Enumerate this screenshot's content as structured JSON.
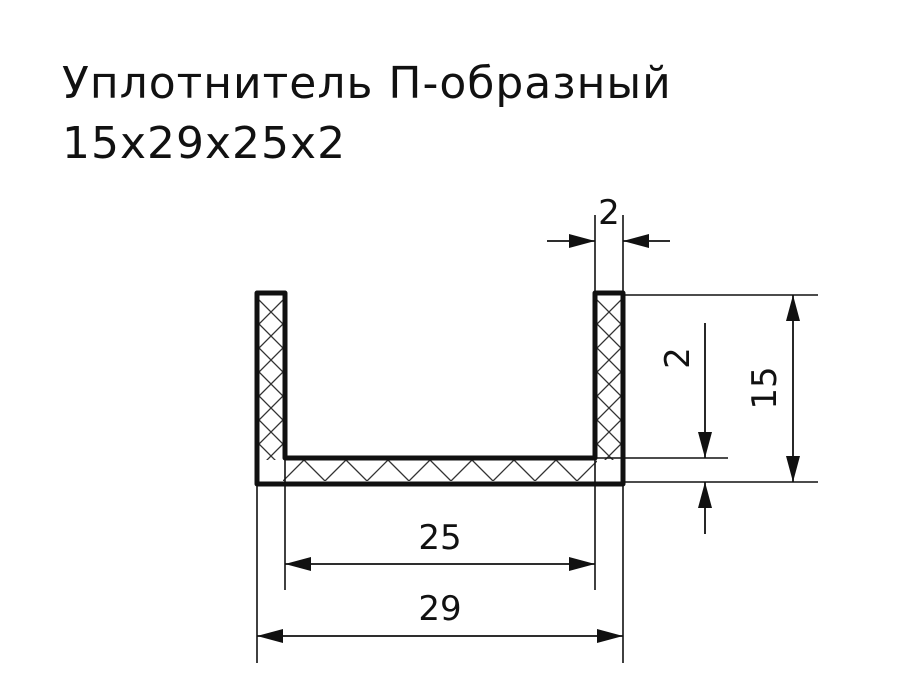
{
  "title": {
    "line1": "Уплотнитель П-образный",
    "line2": "15x29x25x2"
  },
  "dimensions": {
    "wall_thickness": "2",
    "base_thickness": "2",
    "height": "15",
    "inner_width": "25",
    "outer_width": "29"
  },
  "colors": {
    "line": "#111111",
    "background": "#ffffff"
  }
}
